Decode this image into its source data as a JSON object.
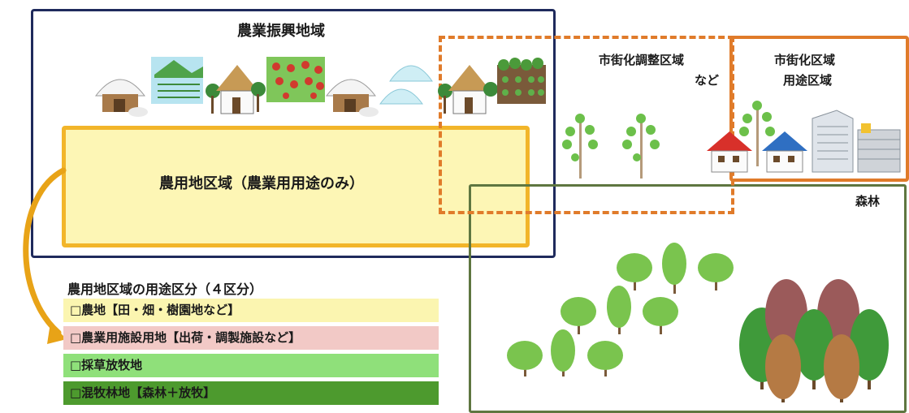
{
  "zones": {
    "agricultural_promotion": "農業振興地域",
    "farmland": "農用地区域（農業用用途のみ）",
    "urbanization_control_line1": "市街化調整区域",
    "urbanization_control_line2": "など",
    "urbanization_line1": "市街化区域",
    "urbanization_line2": "用途区域",
    "forest": "森林"
  },
  "categories": {
    "title": "農用地区域の用途区分（４区分）",
    "items": [
      {
        "label": "□農地【田・畑・樹園地など】",
        "color": "#fbf5b0"
      },
      {
        "label": "□農業用施設用地【出荷・調製施設など】",
        "color": "#f2c9c6"
      },
      {
        "label": "□採草放牧地",
        "color": "#8fe07a"
      },
      {
        "label": "□混牧林地【森林＋放牧】",
        "color": "#4d9a2e"
      }
    ]
  },
  "colors": {
    "agri_border": "#1f2a5c",
    "farmland_fill": "#fdf6b5",
    "farmland_border": "#f2b52a",
    "urban_border": "#e07b2a",
    "forest_border": "#5e7640"
  }
}
